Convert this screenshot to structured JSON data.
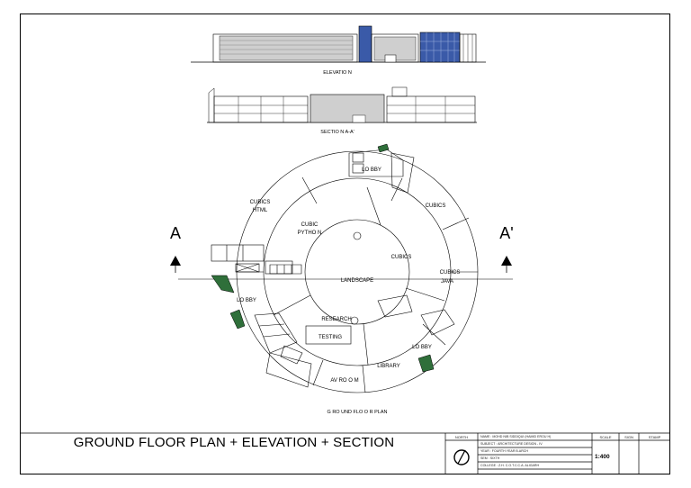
{
  "drawing": {
    "elevation_label": "ELEVATIO N",
    "section_label": "SECTIO N  A-A'",
    "plan_label": "G RO UND FLO O R PLAN",
    "cut_left": "A",
    "cut_right": "A'"
  },
  "rooms": {
    "lobby_top": "LO BBY",
    "cubics_html_1": "CUBICS",
    "cubics_html_2": "HTML",
    "cubics_tr": "CUBICS",
    "cubic_python_1": "CUBIC",
    "cubic_python_2": "PYTHO N",
    "cubics_mid": "CUBICS",
    "cubics_java_1": "CUBICS",
    "cubics_java_2": "JAVA",
    "landscape": "LANDSCAPE",
    "lobby_left": "LO BBY",
    "research": "RESEARCH",
    "testing": "TESTING",
    "library": "LIBRARY",
    "lobby_right": "LO BBY",
    "av_room": "AV RO O M"
  },
  "title_block": {
    "sheet_title": "GROUND FLOOR PLAN + ELEVATION + SECTION",
    "north_label": "NORTH",
    "lines": [
      "NAME : MOHD NIB  SIDDIQUI  (HAMID EROU H)",
      "SUBJECT : ARCHITECTURE DESIGN - IV",
      "YEAR : FOURTH YEAR B.ARCH",
      "SEM : SIXTH",
      "COLLEGE : Z.H. C.O.T.C.C.A. ALIGARH"
    ],
    "scale_head": "SCALE",
    "scale_value": "1:400",
    "sign_head": "SIGN",
    "stamp_head": "STAMP"
  },
  "colors": {
    "facade_blue": "#3a5aa8",
    "stair_green": "#2f6f3a"
  }
}
